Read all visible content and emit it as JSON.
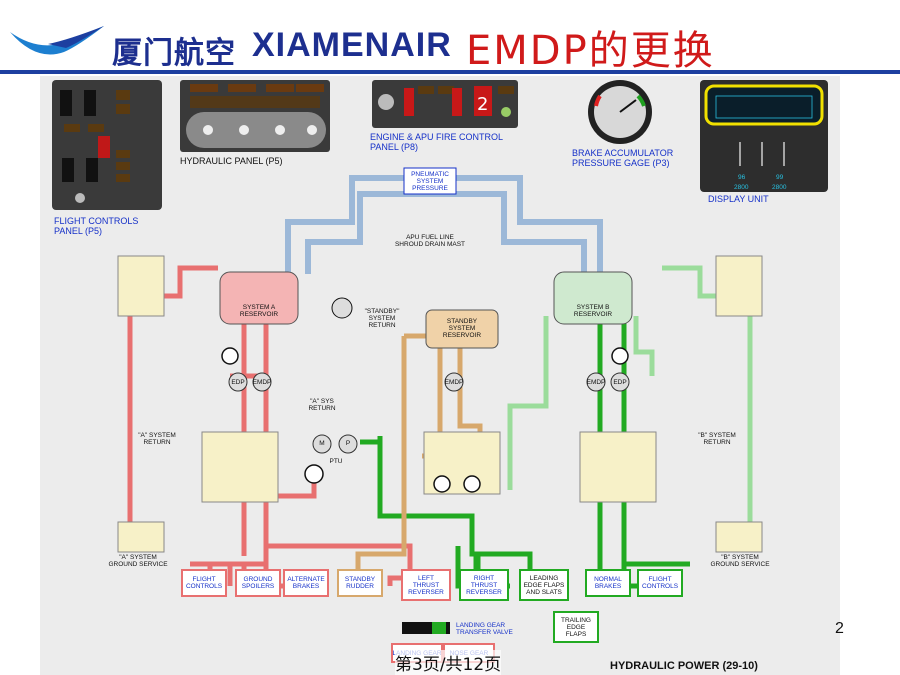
{
  "header": {
    "brand_cn": "厦门航空",
    "brand_en": "XIAMENAIR",
    "title": "EMDP的更换",
    "accent_blue": "#1d3fa0",
    "accent_red": "#d01a1a",
    "logo_icon": "bird-icon"
  },
  "panels": {
    "flight_controls": "FLIGHT CONTROLS\nPANEL (P5)",
    "hydraulic": "HYDRAULIC PANEL (P5)",
    "fire_control": "ENGINE & APU FIRE CONTROL\nPANEL (P8)",
    "brake_gage": "BRAKE ACCUMULATOR\nPRESSURE GAGE (P3)",
    "display_unit": "DISPLAY UNIT"
  },
  "display_unit": {
    "qty_a": "96",
    "qty_b": "99",
    "press_a": "2800",
    "press_b": "2800"
  },
  "labels": {
    "pneumatic": "PNEUMATIC\nSYSTEM\nPRESSURE",
    "apu_fuel": "APU FUEL LINE\nSHROUD DRAIN MAST",
    "system_a_reservoir": "SYSTEM A\nRESERVOIR",
    "system_b_reservoir": "SYSTEM B\nRESERVOIR",
    "standby_reservoir": "STANDBY\nSYSTEM\nRESERVOIR",
    "standby_return": "\"STANDBY\"\nSYSTEM\nRETURN",
    "a_sys_return_top": "\"A\" SYS\nRETURN",
    "a_system_return": "\"A\" SYSTEM\nRETURN",
    "b_system_return": "\"B\" SYSTEM\nRETURN",
    "ptu": "PTU",
    "a_ground_service": "\"A\" SYSTEM\nGROUND SERVICE",
    "b_ground_service": "\"B\" SYSTEM\nGROUND SERVICE",
    "edp": "EDP",
    "emdp": "EMDP",
    "motor": "M",
    "pump": "P",
    "landing_gear_transfer": "LANDING GEAR\nTRANSFER VALVE"
  },
  "outputs": [
    {
      "label": "FLIGHT\nCONTROLS",
      "system": "a"
    },
    {
      "label": "GROUND\nSPOILERS",
      "system": "a"
    },
    {
      "label": "ALTERNATE\nBRAKES",
      "system": "a"
    },
    {
      "label": "STANDBY\nRUDDER",
      "system": "standby"
    },
    {
      "label": "LEFT\nTHRUST\nREVERSER",
      "system": "a"
    },
    {
      "label": "RIGHT\nTHRUST\nREVERSER",
      "system": "b"
    },
    {
      "label": "LEADING\nEDGE FLAPS\nAND SLATS",
      "system": "b"
    },
    {
      "label": "NORMAL\nBRAKES",
      "system": "b"
    },
    {
      "label": "FLIGHT\nCONTROLS",
      "system": "b"
    }
  ],
  "trailing_edge": "TRAILING\nEDGE\nFLAPS",
  "landing_gear_boxes": [
    "LANDING GEAR",
    "NOSE GEAR"
  ],
  "footer": {
    "title": "HYDRAULIC POWER (29-10)",
    "page_number": "2",
    "page_counter": "第3页/共12页"
  },
  "colors": {
    "system_a": "#e87070",
    "system_b": "#22aa22",
    "standby": "#d7a86c",
    "pneumatic": "#9cb8d8"
  }
}
